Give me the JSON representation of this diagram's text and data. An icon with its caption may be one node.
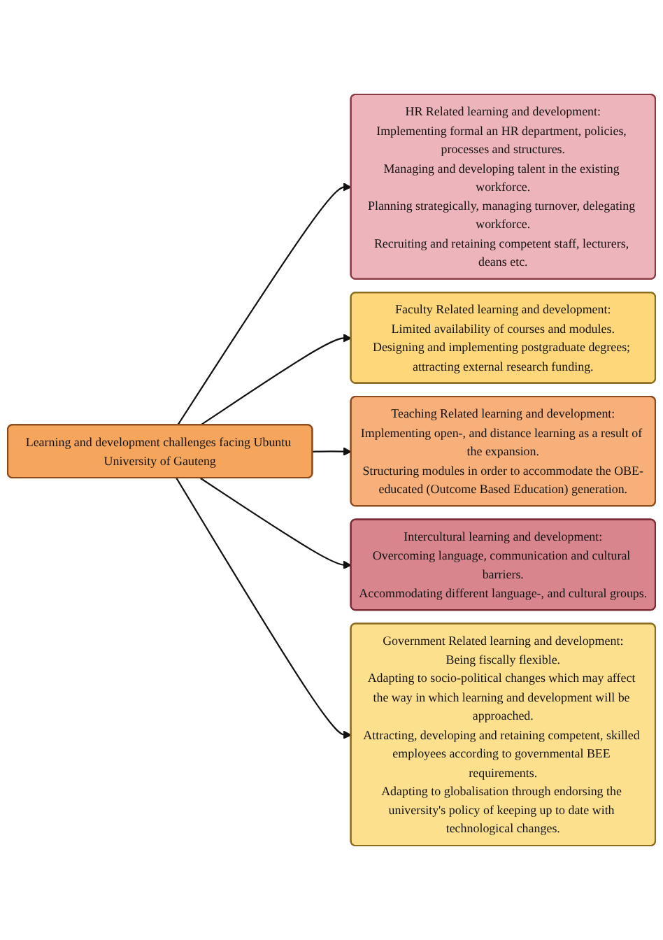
{
  "diagram": {
    "nodes": [
      {
        "text": [
          "Learning and development challenges facing Ubuntu University of Gauteng"
        ]
      },
      {
        "text": [
          "HR Related learning and development:",
          "Implementing formal an HR department, policies, processes and structures.",
          "Managing and developing talent in the existing workforce.",
          "Planning strategically, managing turnover, delegating workforce.",
          "Recruiting and retaining competent staff, lecturers, deans etc."
        ]
      },
      {
        "text": [
          "Faculty Related learning and development:",
          "Limited availability of courses and modules.",
          "Designing and implementing postgraduate degrees; attracting external research funding."
        ]
      },
      {
        "text": [
          "Teaching Related learning and development:",
          "Implementing open-, and distance learning as a result of the expansion.",
          "Structuring modules in order to accommodate the OBE-educated (Outcome Based Education) generation."
        ]
      },
      {
        "text": [
          "Intercultural learning and development:",
          "Overcoming language, communication and cultural barriers.",
          "Accommodating different language-, and cultural groups."
        ]
      },
      {
        "text": [
          "Government Related learning and development:",
          "Being fiscally flexible.",
          "Adapting to socio-political changes which may affect the way in which learning and development will be approached.",
          "Attracting, developing and retaining competent, skilled employees according to governmental BEE requirements.",
          "Adapting to globalisation through endorsing the university's policy of keeping up to date with technological changes."
        ]
      }
    ],
    "edges": [
      {
        "from": 0,
        "to": 1,
        "arrow": "to"
      },
      {
        "from": 0,
        "to": 2,
        "arrow": "to"
      },
      {
        "from": 0,
        "to": 3,
        "arrow": "to"
      },
      {
        "from": 0,
        "to": 4,
        "arrow": "to"
      },
      {
        "from": 0,
        "to": 5,
        "arrow": "to"
      }
    ]
  }
}
